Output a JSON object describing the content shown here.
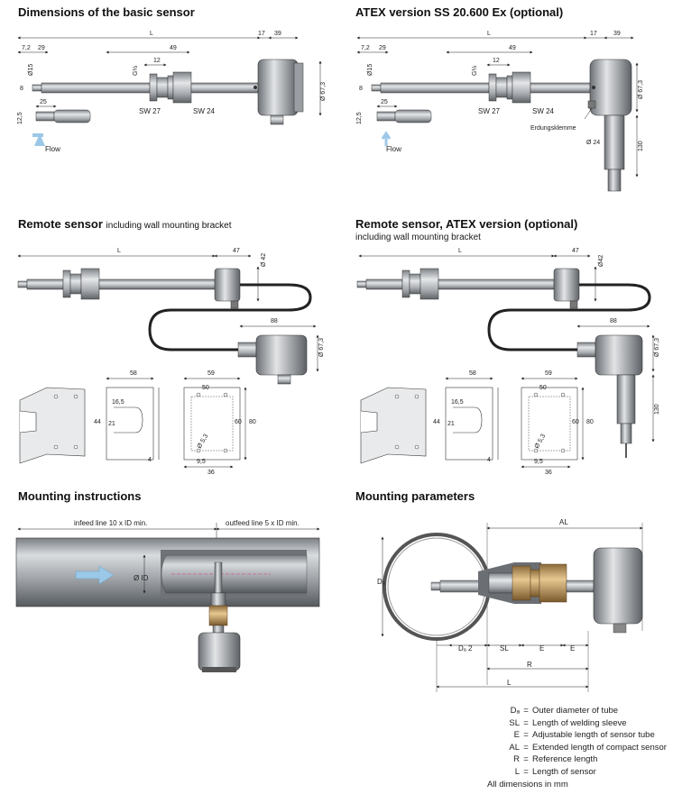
{
  "sections": {
    "basic": {
      "title": "Dimensions of the basic sensor"
    },
    "atex": {
      "title": "ATEX version SS 20.600 Ex (optional)"
    },
    "remote": {
      "title": "Remote sensor",
      "subtitle": "including wall mounting bracket"
    },
    "remote_atex": {
      "title": "Remote sensor, ATEX version (optional)",
      "subtitle": "including wall mounting bracket"
    },
    "mounting": {
      "title": "Mounting instructions"
    },
    "params": {
      "title": "Mounting parameters"
    }
  },
  "basic_dims": {
    "L": "L",
    "d17": "17",
    "d39": "39",
    "d7_2": "7,2",
    "d29": "29",
    "d49": "49",
    "d12": "12",
    "g12": "G½",
    "d15": "Ø15",
    "d8": "8",
    "d25": "25",
    "d12_5": "12,5",
    "d67": "Ø 67,3",
    "sw27": "SW 27",
    "sw24": "SW 24",
    "flow": "Flow"
  },
  "atex_dims": {
    "L": "L",
    "d17": "17",
    "d39": "39",
    "d7_2": "7,2",
    "d29": "29",
    "d49": "49",
    "d12": "12",
    "g12": "G½",
    "d15": "Ø15",
    "d8": "8",
    "d25": "25",
    "d12_5": "12,5",
    "d67": "Ø 67,3",
    "sw27": "SW 27",
    "sw24": "SW 24",
    "earth": "Erdungsklemme",
    "d24": "Ø 24",
    "d130": "130",
    "flow": "Flow"
  },
  "remote_dims": {
    "L": "L",
    "d47": "47",
    "d42": "Ø 42",
    "d88": "88",
    "d67": "Ø 67,3",
    "d58": "58",
    "d16_5": "16,5",
    "d44": "44",
    "d21": "21",
    "d4": "4",
    "d59": "59",
    "d50": "50",
    "d60": "60",
    "d80": "80",
    "d5_3": "Ø 5,3",
    "d9_5": "9,5",
    "d36": "36"
  },
  "remote_atex_dims": {
    "L": "L",
    "d47": "47",
    "d42": "Ø42",
    "d88": "88",
    "d67": "Ø 67,3",
    "d130": "130",
    "d58": "58",
    "d16_5": "16,5",
    "d44": "44",
    "d21": "21",
    "d4": "4",
    "d59": "59",
    "d50": "50",
    "d60": "60",
    "d80": "80",
    "d5_3": "Ø 5,3",
    "d9_5": "9,5",
    "d36": "36"
  },
  "mounting": {
    "infeed": "infeed line 10 x ID min.",
    "outfeed": "outfeed line  5 x ID min.",
    "id": "Ø ID"
  },
  "params": {
    "AL": "AL",
    "DA": "Dₐ",
    "DA2": "Dₐ  2",
    "SL": "SL",
    "E": "E",
    "R": "R",
    "L": "L"
  },
  "legend": [
    {
      "key": "Dₐ",
      "text": "Outer diameter of tube"
    },
    {
      "key": "SL",
      "text": "Length of welding sleeve"
    },
    {
      "key": "E",
      "text": "Adjustable length of sensor tube"
    },
    {
      "key": "AL",
      "text": "Extended length of compact sensor"
    },
    {
      "key": "R",
      "text": "Reference length"
    },
    {
      "key": "L",
      "text": "Length of sensor"
    }
  ],
  "legend_footer": "All dimensions in mm",
  "colors": {
    "metal": "#b8bcc0",
    "metal_dark": "#6d7277",
    "brass": "#c9a36a",
    "cable": "#222222",
    "arrow": "#9cc8e8"
  },
  "icons": [
    "flow-arrow-icon"
  ]
}
